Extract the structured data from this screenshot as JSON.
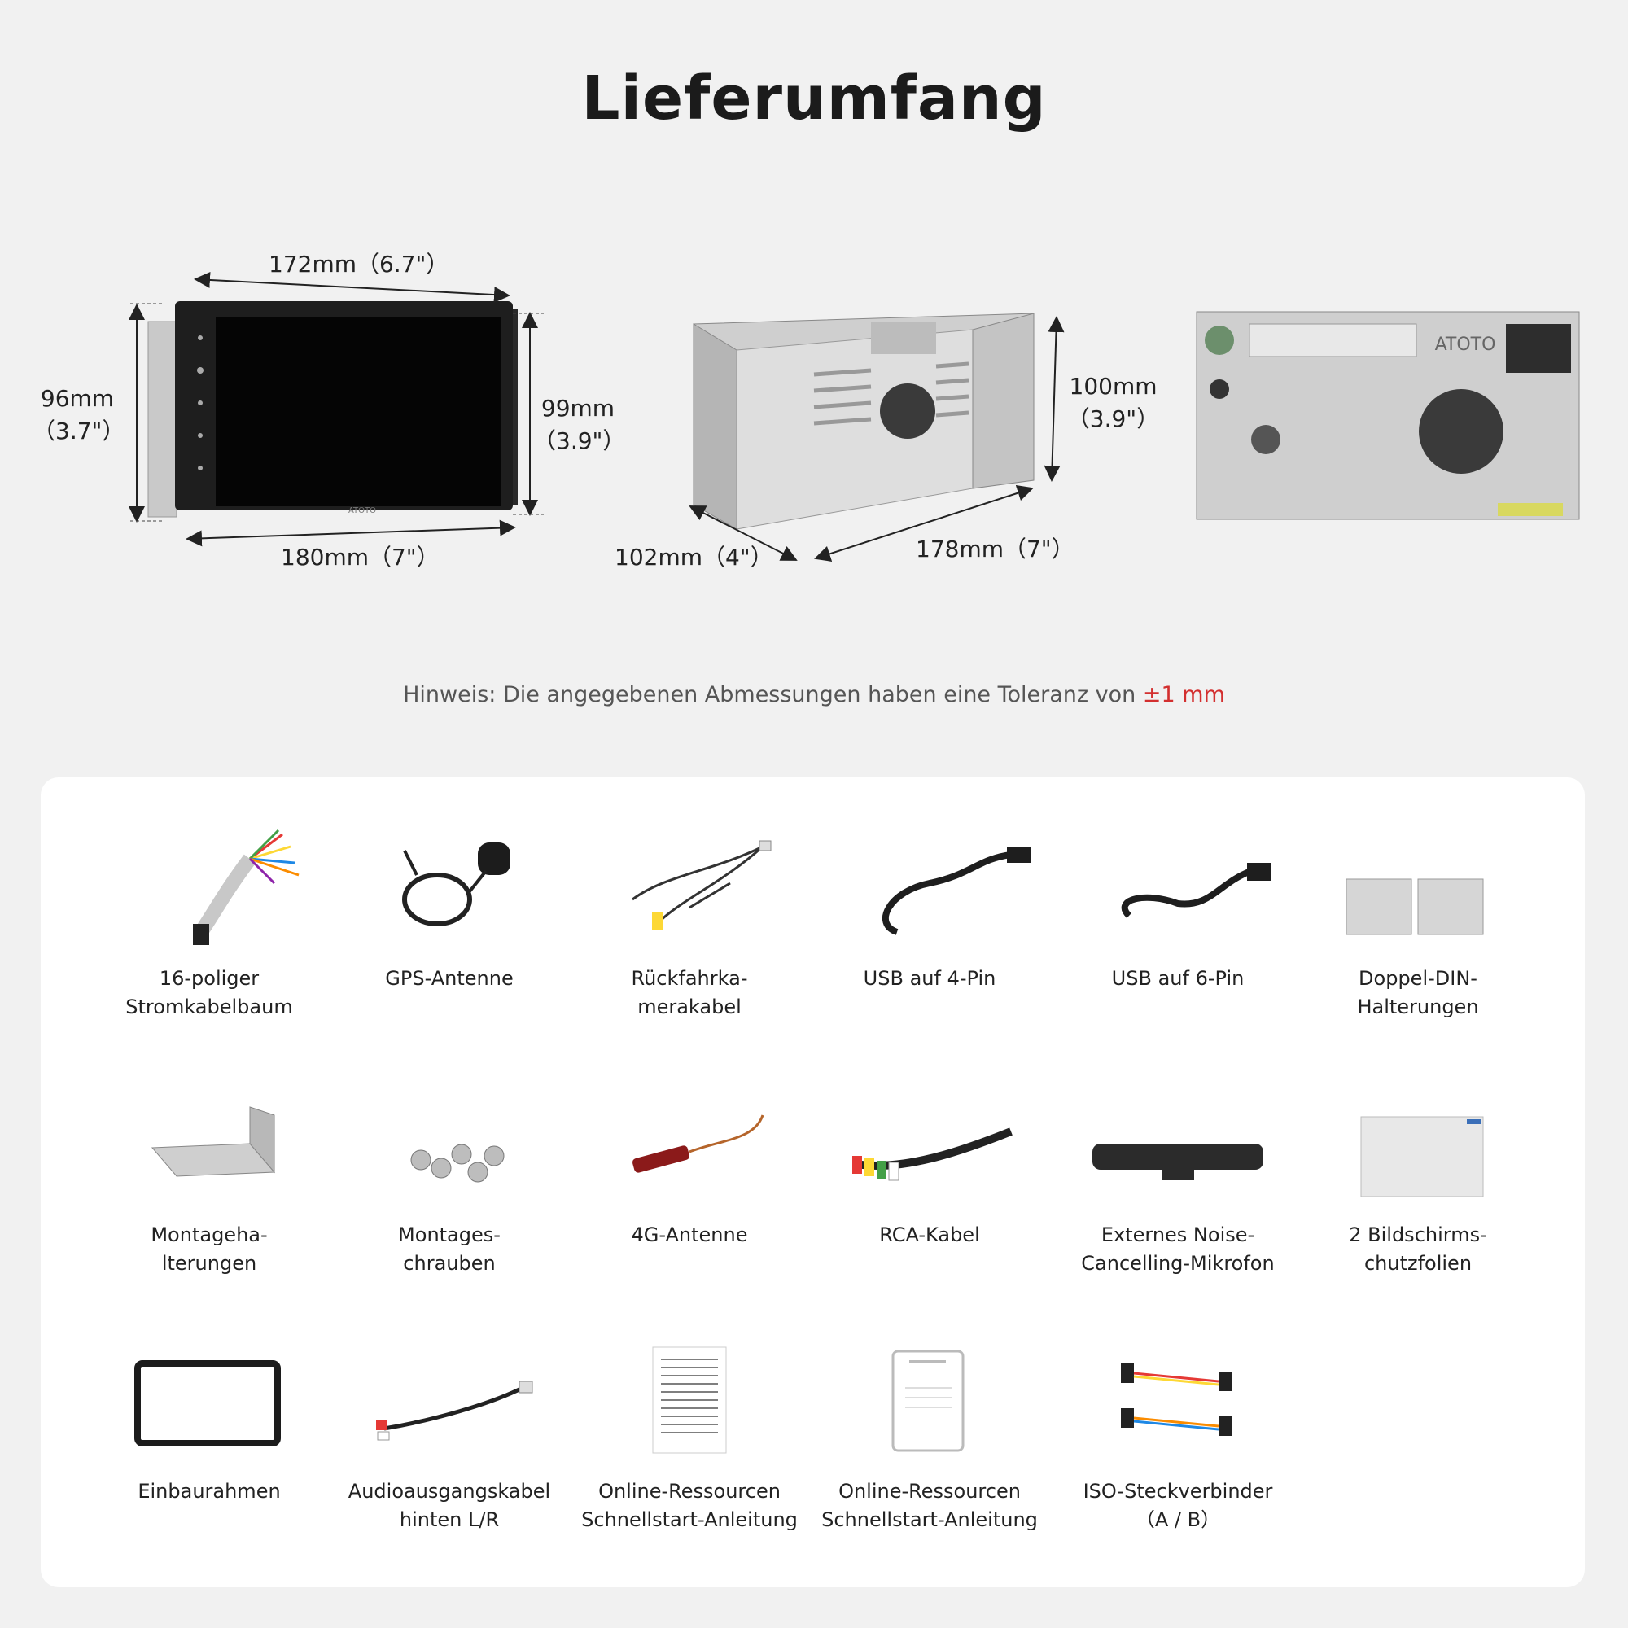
{
  "page": {
    "title": "Lieferumfang"
  },
  "dimensions": {
    "front_width_top": "172mm（6.7\"）",
    "front_height_left_mm": "96mm",
    "front_height_left_in": "（3.7\"）",
    "front_height_right_mm": "99mm",
    "front_height_right_in": "（3.9\"）",
    "front_width_bottom": "180mm（7\"）",
    "cage_depth": "102mm（4\"）",
    "cage_width": "178mm（7\"）",
    "cage_height_mm": "100mm",
    "cage_height_in": "（3.9\"）",
    "brand": "ATOTO"
  },
  "note": {
    "text": "Hinweis: Die angegebenen Abmessungen haben eine Toleranz von",
    "tolerance": "±1 mm"
  },
  "colors": {
    "background": "#f1f1f1",
    "panel": "#ffffff",
    "accent": "#d32f2f"
  },
  "items": [
    {
      "line1": "16-poliger",
      "line2": "Stromkabelbaum",
      "icon": "power-harness-icon"
    },
    {
      "line1": "GPS-Antenne",
      "line2": "",
      "icon": "gps-antenna-icon"
    },
    {
      "line1": "Rückfahrka-",
      "line2": "merakabel",
      "icon": "camera-cable-icon"
    },
    {
      "line1": "USB auf 4-Pin",
      "line2": "",
      "icon": "usb-4pin-icon"
    },
    {
      "line1": "USB auf 6-Pin",
      "line2": "",
      "icon": "usb-6pin-icon"
    },
    {
      "line1": "Doppel-DIN-",
      "line2": "Halterungen",
      "icon": "double-din-bracket-icon"
    },
    {
      "line1": "Montageha-",
      "line2": "lterungen",
      "icon": "mounting-bracket-icon"
    },
    {
      "line1": "Montages-",
      "line2": "chrauben",
      "icon": "screws-icon"
    },
    {
      "line1": "4G-Antenne",
      "line2": "",
      "icon": "4g-antenna-icon"
    },
    {
      "line1": "RCA-Kabel",
      "line2": "",
      "icon": "rca-cable-icon"
    },
    {
      "line1": "Externes Noise-",
      "line2": "Cancelling-Mikrofon",
      "icon": "microphone-icon"
    },
    {
      "line1": "2 Bildschirms-",
      "line2": "chutzfolien",
      "icon": "screen-protector-icon"
    },
    {
      "line1": "Einbaurahmen",
      "line2": "",
      "icon": "frame-icon"
    },
    {
      "line1": "Audioausgangskabel",
      "line2": "hinten L/R",
      "icon": "audio-cable-icon"
    },
    {
      "line1": "Online-Ressourcen",
      "line2": "Schnellstart-Anleitung",
      "icon": "manual-icon"
    },
    {
      "line1": "Online-Ressourcen",
      "line2": "Schnellstart-Anleitung",
      "icon": "quickstart-card-icon"
    },
    {
      "line1": "ISO-Steckverbinder",
      "line2": "（A / B）",
      "icon": "iso-connector-icon"
    }
  ]
}
